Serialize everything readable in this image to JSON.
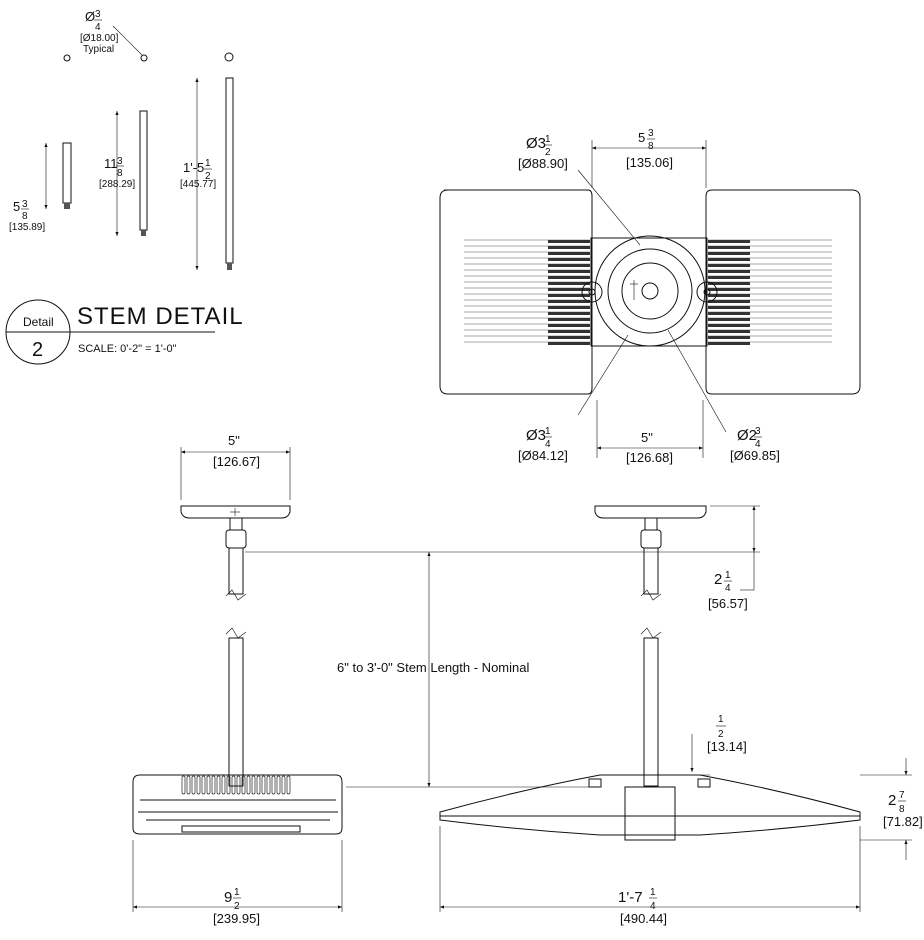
{
  "stem_detail": {
    "title": "STEM DETAIL",
    "bubble_label": "Detail",
    "bubble_number": "2",
    "scale": "SCALE: 0'-2\" = 1'-0\"",
    "stem_dia": {
      "whole": "Ø",
      "num": "3",
      "den": "4",
      "metric": "[Ø18.00]",
      "note": "Typical"
    },
    "stem_short": {
      "whole": "5",
      "num": "3",
      "den": "8",
      "metric": "[135.89]"
    },
    "stem_medium": {
      "whole": "11",
      "num": "3",
      "den": "8",
      "metric": "[288.29]"
    },
    "stem_long": {
      "whole": "1'-5",
      "num": "1",
      "den": "2",
      "metric": "[445.77]"
    }
  },
  "plan_view": {
    "dim_left_top": {
      "whole": "Ø3",
      "num": "1",
      "den": "2",
      "metric": "[Ø88.90]"
    },
    "dim_top": {
      "whole": "5",
      "num": "3",
      "den": "8",
      "metric": "[135.06]"
    },
    "dim_left_bottom": {
      "whole": "Ø3",
      "num": "1",
      "den": "4",
      "metric": "[Ø84.12]"
    },
    "dim_bottom": {
      "text": "5\"",
      "metric": "[126.68]"
    },
    "dim_right_bottom": {
      "whole": "Ø2",
      "num": "3",
      "den": "4",
      "metric": "[Ø69.85]"
    }
  },
  "side_view": {
    "canopy_left": {
      "text": "5\"",
      "metric": "[126.67]"
    },
    "canopy_offset": {
      "whole": "2",
      "num": "1",
      "den": "4",
      "metric": "[56.57]"
    },
    "stem_length": "6\" to 3'-0\" Stem Length - Nominal",
    "top_offset": {
      "whole": "",
      "num": "1",
      "den": "2",
      "metric": "[13.14]"
    },
    "height": {
      "whole": "2",
      "num": "7",
      "den": "8",
      "metric": "[71.82]"
    },
    "width_left": {
      "whole": "9",
      "num": "1",
      "den": "2",
      "metric": "[239.95]"
    },
    "width_right": {
      "whole": "1'-7",
      "num": "1",
      "den": "4",
      "metric": "[490.44]"
    }
  }
}
